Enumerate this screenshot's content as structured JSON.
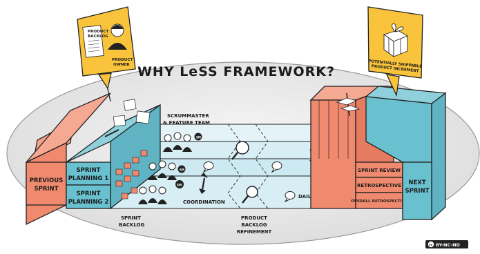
{
  "title": "WHY LeSS FRAMEWORK?",
  "license_badge": "BY-NC-ND",
  "product_owner_sign": {
    "board_title_line1": "PRODUCT",
    "board_title_line2": "BACKLOG",
    "role_line1": "PRODUCT",
    "role_line2": "OWNER"
  },
  "increment_sign": {
    "line1": "POTENTIALLY SHIPPABLE",
    "line2": "PRODUCT INCREMENT"
  },
  "left_blocks": {
    "previous_sprint_line1": "PREVIOUS",
    "previous_sprint_line2": "SPRINT",
    "planning1_line1": "SPRINT",
    "planning1_line2": "PLANNING 1",
    "planning2_line1": "SPRINT",
    "planning2_line2": "PLANNING 2"
  },
  "team_label_line1": "SCRUMMASTER",
  "team_label_line2": "& FEATURE TEAM",
  "scrum_master_badge": "SM",
  "coordination": "COORDINATION",
  "sprint_backlog_line1": "SPRINT",
  "sprint_backlog_line2": "BACKLOG",
  "pbr_line1": "PRODUCT",
  "pbr_line2": "BACKLOG",
  "pbr_line3": "REFINEMENT",
  "daily_scrum": "DAILY SCRUM",
  "right_blocks": {
    "sprint_review": "SPRINT REVIEW",
    "retrospective": "RETROSPECTIVE",
    "overall_retrospective": "OVERALL RETROSPECTIVE",
    "next_sprint_line1": "NEXT",
    "next_sprint_line2": "SPRINT"
  },
  "colors": {
    "salmon": "#ef8a6f",
    "teal": "#69c0cf",
    "light_blue": "#d7eef4",
    "yellow": "#f9c43c",
    "ellipse": "#e8e8e8"
  }
}
